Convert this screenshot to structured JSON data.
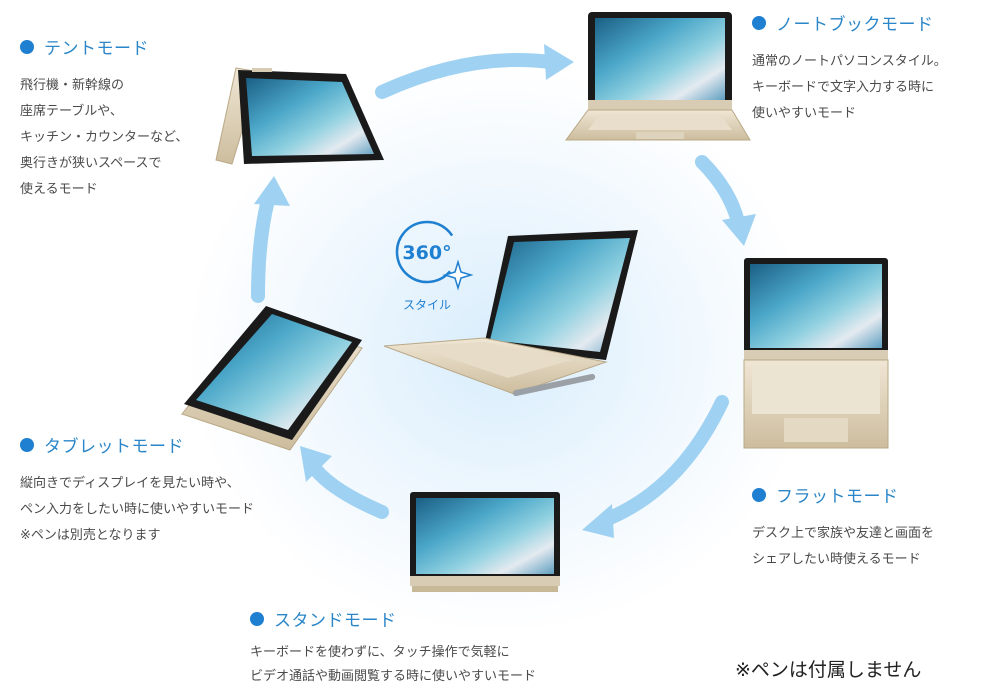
{
  "modes": {
    "tent": {
      "title": "テントモード",
      "desc": [
        "飛行機・新幹線の",
        "座席テーブルや、",
        "キッチン・カウンターなど、",
        "奥行きが狭いスペースで",
        "使えるモード"
      ]
    },
    "notebook": {
      "title": "ノートブックモード",
      "desc": [
        "通常のノートパソコンスタイル。",
        "キーボードで文字入力する時に",
        "使いやすいモード"
      ]
    },
    "tablet": {
      "title": "タブレットモード",
      "desc": [
        "縦向きでディスプレイを見たい時や、",
        "ペン入力をしたい時に使いやすいモード",
        "※ペンは別売となります"
      ]
    },
    "flat": {
      "title": "フラットモード",
      "desc": [
        "デスク上で家族や友達と画面を",
        "シェアしたい時使えるモード"
      ]
    },
    "stand": {
      "title": "スタンドモード",
      "desc": [
        "キーボードを使わずに、タッチ操作で気軽に",
        "ビデオ通話や動画閲覧する時に使いやすいモード"
      ]
    }
  },
  "center": {
    "badge": "360°",
    "style_label": "スタイル"
  },
  "note": "※ペンは付属しません",
  "colors": {
    "accent": "#1f7fd0",
    "title": "#2a86c8",
    "arrow": "#9fd2f2",
    "body": "#4a4a4a",
    "chassis": "#d9ccb4",
    "bezel": "#1a1a1a"
  }
}
